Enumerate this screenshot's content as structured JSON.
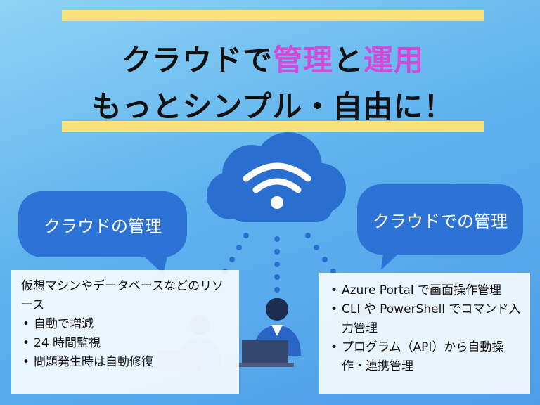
{
  "title": {
    "line1_pre": "クラウドで",
    "line1_hl1": "管理",
    "line1_mid": "と",
    "line1_hl2": "運用",
    "line2": "もっとシンプル・自由に！"
  },
  "bubbles": {
    "left": "クラウドの管理",
    "right": "クラウドでの管理"
  },
  "left_panel": {
    "intro": "仮想マシンやデータベースなどのリソース",
    "items": [
      "自動で増減",
      "24 時間監視",
      "問題発生時は自動修復"
    ]
  },
  "right_panel": {
    "items": [
      "Azure Portal で画面操作管理",
      "CLI や PowerShell でコマンド入力管理",
      "プログラム（API）から自動操作・連携管理"
    ]
  },
  "colors": {
    "accent_yellow": "#f7e17a",
    "highlight_pink": "#d14ad8",
    "bubble_blue": "#2d73d6",
    "cloud_blue": "#2a6fcf"
  },
  "icons": [
    "cloud-icon",
    "wifi-icon",
    "person-icon",
    "laptop-icon"
  ]
}
